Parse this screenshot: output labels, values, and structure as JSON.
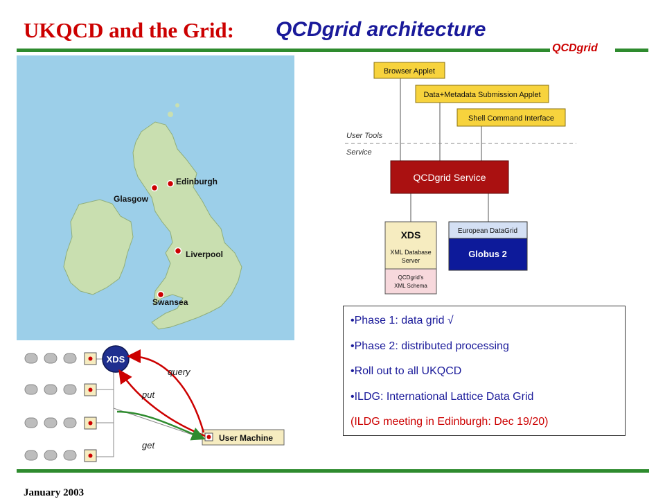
{
  "header": {
    "title_left": "UKQCD and the Grid:",
    "title_right": "QCDgrid architecture",
    "logo": "QCDgrid",
    "accent_color": "#2e8b2e"
  },
  "map": {
    "cities": [
      "Edinburgh",
      "Glasgow",
      "Liverpool",
      "Swansea"
    ]
  },
  "flow_diagram": {
    "server_node": "XDS",
    "client_node": "User Machine",
    "arrows": [
      "query",
      "put",
      "get"
    ],
    "arrow_colors": {
      "query": "#cc0000",
      "put": "#cc0000",
      "get": "#2e8b2e"
    }
  },
  "architecture": {
    "tools": [
      "Browser Applet",
      "Data+Metadata Submission Applet",
      "Shell Command Interface"
    ],
    "layer_user": "User Tools",
    "layer_service": "Service",
    "service": "QCDgrid Service",
    "xds_title": "XDS",
    "xds_subtitle_1": "XML Database",
    "xds_subtitle_2": "Server",
    "xds_schema_1": "QCDgrid's",
    "xds_schema_2": "XML Schema",
    "edg": "European DataGrid",
    "globus": "Globus 2"
  },
  "phases": [
    "•Phase 1: data grid √",
    "•Phase 2: distributed processing",
    "•Roll out to all UKQCD",
    "•ILDG: International Lattice Data Grid",
    "(ILDG meeting in Edinburgh: Dec 19/20)"
  ],
  "footer": {
    "date": "January 2003"
  }
}
